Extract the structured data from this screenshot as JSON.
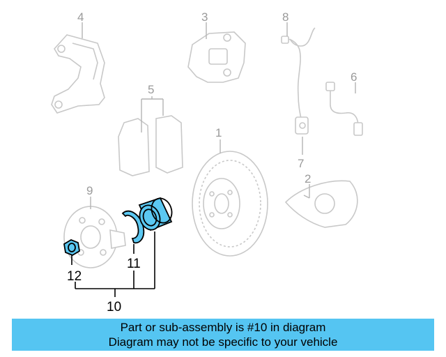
{
  "callouts": {
    "c1": "1",
    "c2": "2",
    "c3": "3",
    "c4": "4",
    "c5": "5",
    "c6": "6",
    "c7": "7",
    "c8": "8",
    "c9": "9",
    "c10": "10",
    "c11": "11",
    "c12": "12"
  },
  "banner": {
    "line1": "Part or sub-assembly is #10 in diagram",
    "line2": "Diagram may not be specific to your vehicle"
  },
  "colors": {
    "highlight": "#5bc8f2",
    "banner": "#55c5f2"
  }
}
